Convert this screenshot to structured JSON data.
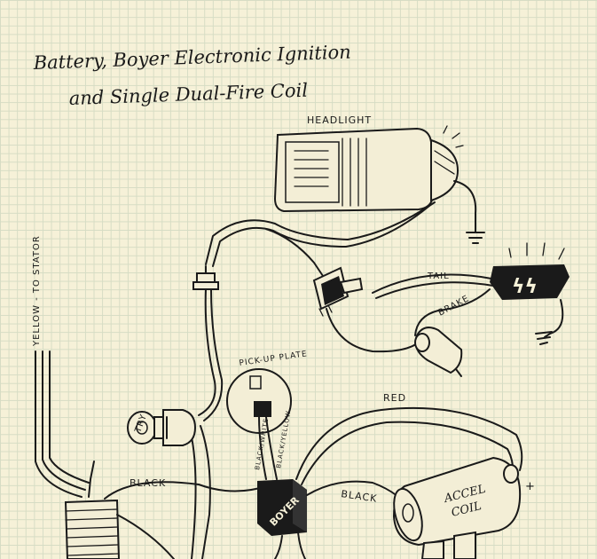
{
  "title": {
    "line1": "Battery, Boyer Electronic Ignition",
    "line2": "and Single Dual-Fire Coil"
  },
  "labels": {
    "headlight": "HEADLIGHT",
    "tail": "TAIL",
    "brake": "BRAKE",
    "stator": "YELLOW - TO STATOR",
    "pickup": "PICK-UP PLATE",
    "try": "TRY",
    "black_left": "BLACK",
    "black_right": "BLACK",
    "red": "RED",
    "boyer": "BOYER",
    "accel": "ACCEL",
    "coil": "COIL",
    "black_white": "BLACK/WHITE",
    "black_yellow": "BLACK/YELLOW",
    "plus": "+"
  },
  "colors": {
    "paper": "#f6f1d8",
    "grid": "#d6dcc4",
    "ink": "#1a1a1a"
  }
}
